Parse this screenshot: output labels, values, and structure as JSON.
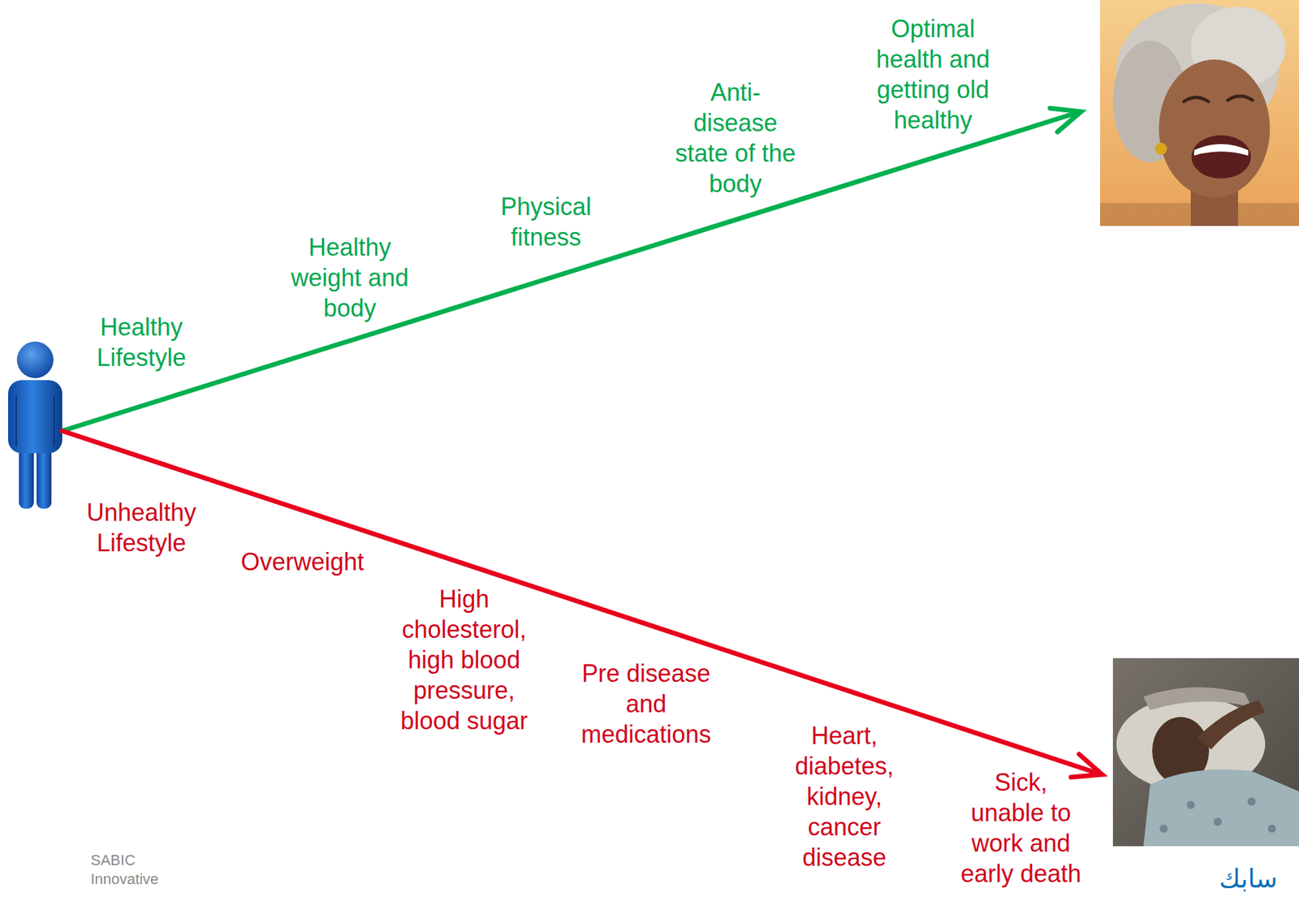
{
  "diagram": {
    "labels": [
      "Healthy Lifestyle",
      "Healthy weight and body",
      "Physical fitness",
      "Anti-disease state of the body",
      "Optimal health and getting old healthy",
      "Unhealthy Lifestyle",
      "Overweight",
      "High cholesterol, high blood pressure, blood sugar",
      "Pre disease and medications",
      "Heart, diabetes, kidney, cancer disease",
      "Sick, unable to work and early death",
      "SABIC",
      "Innovative",
      "سابك"
    ]
  }
}
